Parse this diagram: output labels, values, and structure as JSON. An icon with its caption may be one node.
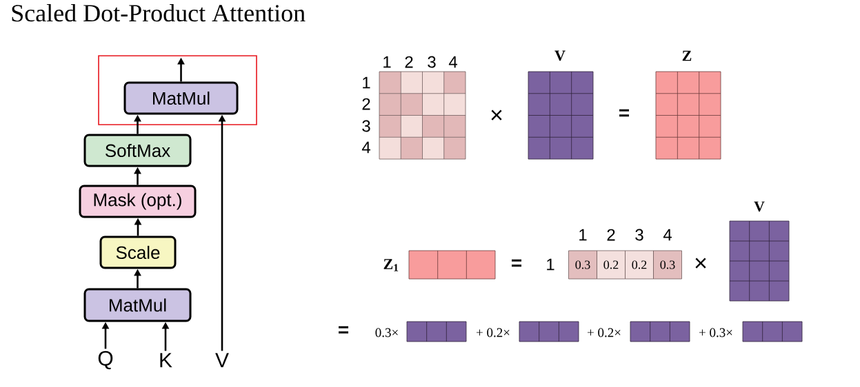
{
  "diagram": {
    "title": "Scaled Dot-Product Attention",
    "nodes": [
      {
        "text": [
          "MatMul"
        ]
      },
      {
        "text": [
          "SoftMax"
        ]
      },
      {
        "text": [
          "Mask (opt.)"
        ]
      },
      {
        "text": [
          "Scale"
        ]
      },
      {
        "text": [
          "MatMul"
        ]
      },
      {
        "text": [
          "Q"
        ]
      },
      {
        "text": [
          "K"
        ]
      },
      {
        "text": [
          "V"
        ]
      }
    ],
    "edges": [
      {
        "from": 0,
        "to": null,
        "arrow": "to"
      },
      {
        "from": 1,
        "to": 0,
        "arrow": "to"
      },
      {
        "from": 2,
        "to": 1,
        "arrow": "to"
      },
      {
        "from": 3,
        "to": 2,
        "arrow": "to"
      },
      {
        "from": 4,
        "to": 3,
        "arrow": "to"
      },
      {
        "from": 5,
        "to": 4,
        "arrow": "to"
      },
      {
        "from": 6,
        "to": 4,
        "arrow": "to"
      },
      {
        "from": 7,
        "to": 0,
        "arrow": "to"
      }
    ],
    "labels": [
      "1",
      "2",
      "3",
      "4",
      "V",
      "Z",
      "1",
      "2",
      "3",
      "4",
      "×",
      "=",
      "V",
      "1",
      "2",
      "3",
      "4",
      "Z$_{1}$",
      "=",
      "1",
      "0.3",
      "0.2",
      "0.2",
      "0.3",
      "×",
      "=",
      "0.3×",
      "+ 0.2×",
      "+ 0.2×",
      "+ 0.3×"
    ]
  }
}
